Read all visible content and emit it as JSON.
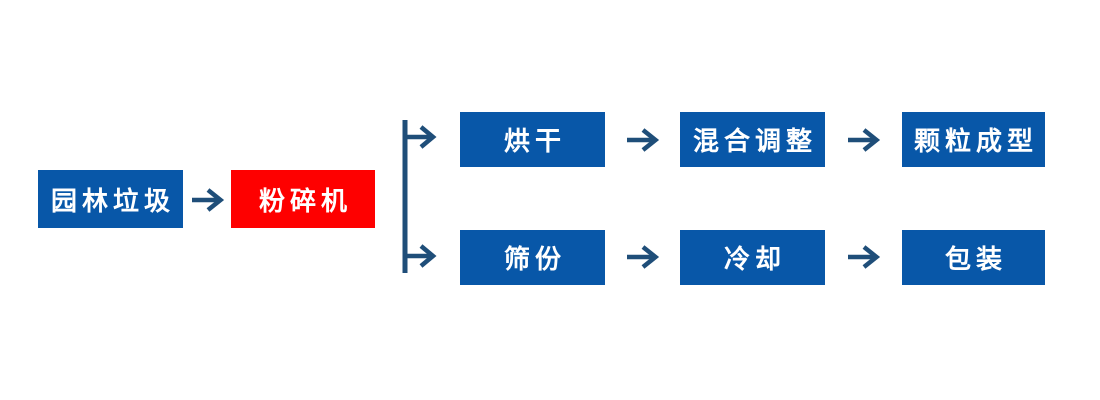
{
  "diagram": {
    "type": "flowchart",
    "description": "Garden waste pellet production process flow",
    "nodes": {
      "garden_waste": {
        "label": "园林垃圾",
        "color": "#0857a8"
      },
      "crusher": {
        "label": "粉碎机",
        "color": "#fe0000"
      },
      "drying": {
        "label": "烘干",
        "color": "#0857a8"
      },
      "mixing": {
        "label": "混合调整",
        "color": "#0857a8"
      },
      "pelletizing": {
        "label": "颗粒成型",
        "color": "#0857a8"
      },
      "sieving": {
        "label": "筛份",
        "color": "#0857a8"
      },
      "cooling": {
        "label": "冷却",
        "color": "#0857a8"
      },
      "packing": {
        "label": "包装",
        "color": "#0857a8"
      }
    },
    "edges": [
      {
        "from": "garden_waste",
        "to": "crusher"
      },
      {
        "from": "crusher",
        "to": "drying"
      },
      {
        "from": "crusher",
        "to": "sieving"
      },
      {
        "from": "drying",
        "to": "mixing"
      },
      {
        "from": "mixing",
        "to": "pelletizing"
      },
      {
        "from": "sieving",
        "to": "cooling"
      },
      {
        "from": "cooling",
        "to": "packing"
      }
    ],
    "colors": {
      "node_primary": "#0857a8",
      "node_accent": "#fe0000",
      "arrow": "#1f4e79",
      "node_text": "#ffffff",
      "background": "#ffffff"
    }
  }
}
